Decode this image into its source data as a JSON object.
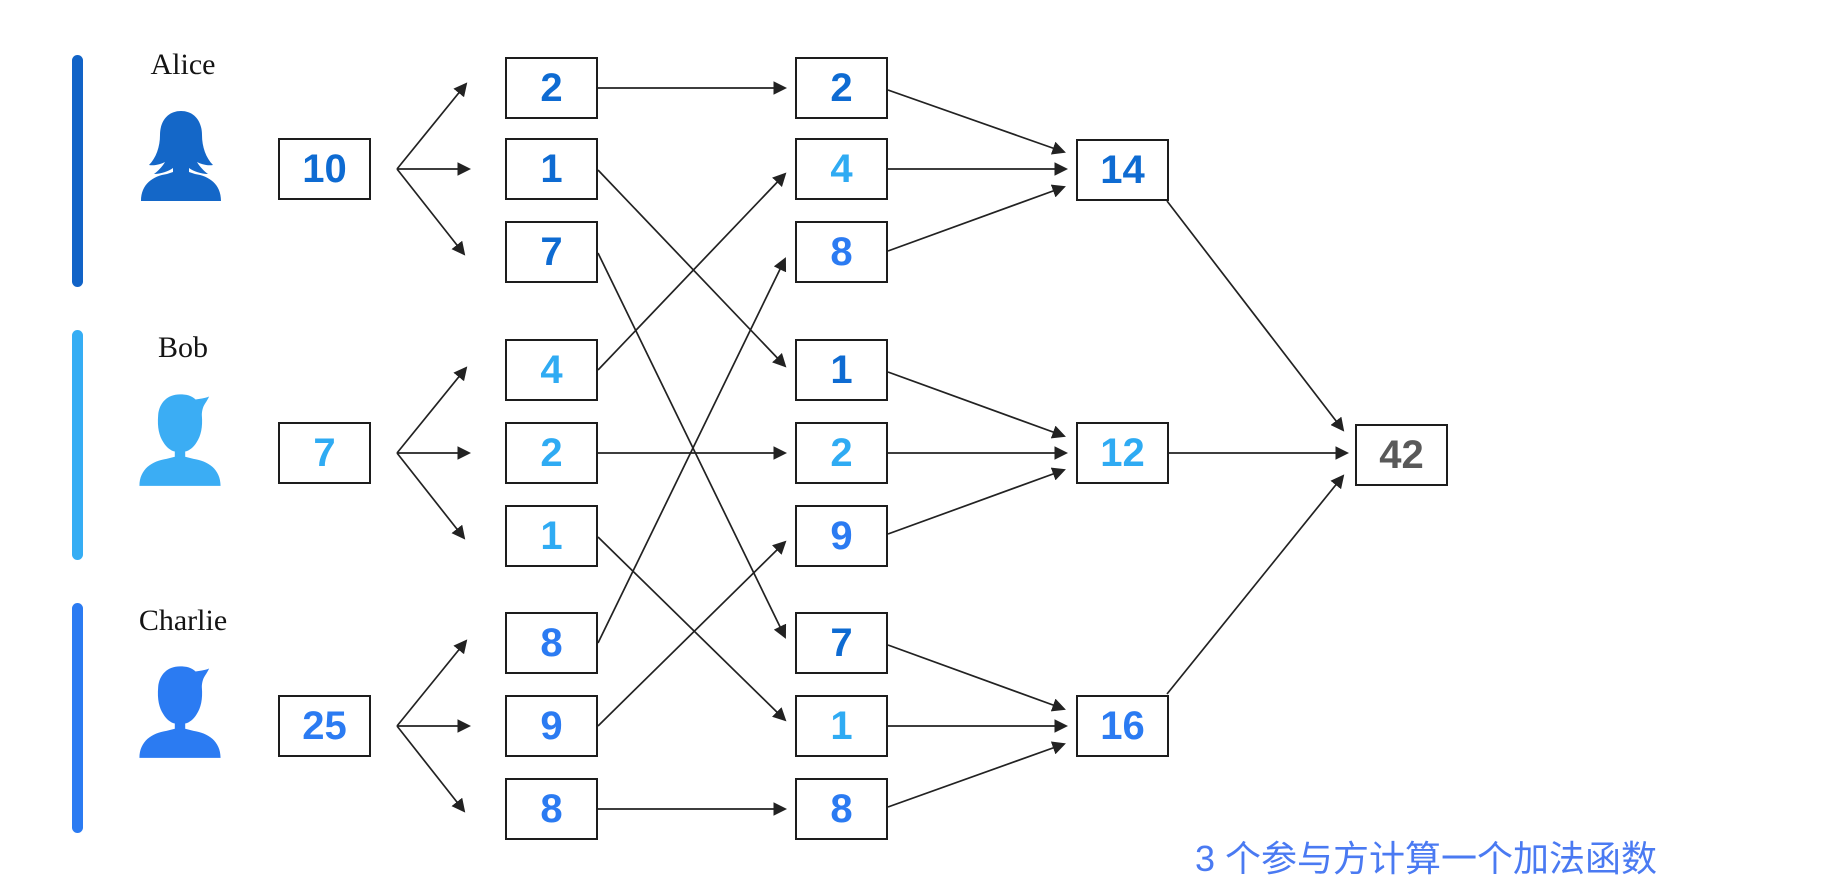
{
  "diagram": {
    "caption": {
      "text": "3 个参与方计算一个加法函数",
      "color": "#4a7af2"
    },
    "parties": [
      {
        "name": "Alice",
        "color": "#1163c7",
        "input": "10",
        "shares": [
          "2",
          "1",
          "7"
        ]
      },
      {
        "name": "Bob",
        "color": "#35adf4",
        "input": "7",
        "shares": [
          "4",
          "2",
          "1"
        ]
      },
      {
        "name": "Charlie",
        "color": "#2b7bf2",
        "input": "25",
        "shares": [
          "8",
          "9",
          "8"
        ]
      }
    ],
    "regrouped": [
      {
        "values": [
          "2",
          "4",
          "8"
        ],
        "sources": [
          "Alice",
          "Bob",
          "Charlie"
        ],
        "sum": "14"
      },
      {
        "values": [
          "1",
          "2",
          "9"
        ],
        "sources": [
          "Alice",
          "Bob",
          "Charlie"
        ],
        "sum": "12"
      },
      {
        "values": [
          "7",
          "1",
          "8"
        ],
        "sources": [
          "Alice",
          "Bob",
          "Charlie"
        ],
        "sum": "16"
      }
    ],
    "final_result": {
      "value": "42",
      "color": "#595959"
    }
  }
}
